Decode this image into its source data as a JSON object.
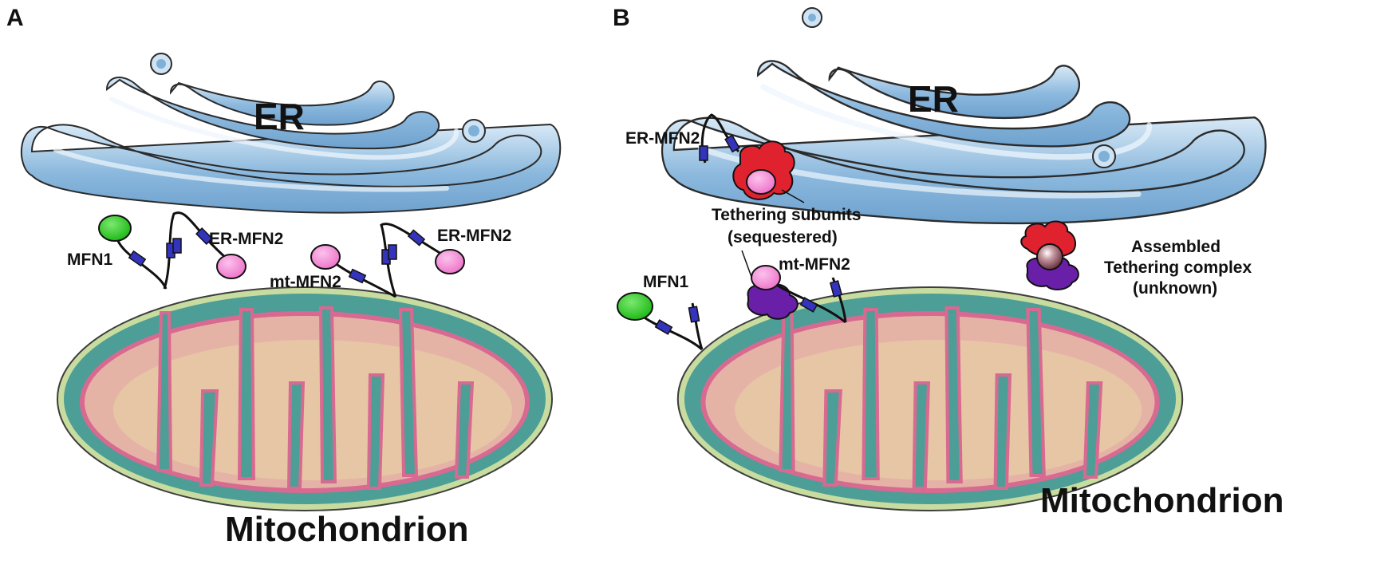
{
  "panels": {
    "a": {
      "letter": "A",
      "er_label": "ER",
      "mito_label": "Mitochondrion",
      "mfn1_label": "MFN1",
      "er_mfn2_left_label": "ER-MFN2",
      "er_mfn2_right_label": "ER-MFN2",
      "mt_mfn2_label": "mt-MFN2"
    },
    "b": {
      "letter": "B",
      "er_label": "ER",
      "mito_label": "Mitochondrion",
      "er_mfn2_label": "ER-MFN2",
      "mfn1_label": "MFN1",
      "mt_mfn2_label": "mt-MFN2",
      "tethering_subunits_line1": "Tethering subunits",
      "tethering_subunits_line2": "(sequestered)",
      "assembled_line1": "Assembled",
      "assembled_line2": "Tethering complex",
      "assembled_line3": "(unknown)"
    }
  },
  "colors": {
    "er_fill": "#8bb8dd",
    "er_light": "#cfe3f3",
    "er_outline": "#2b2b2b",
    "mito_outer": "#4d9e96",
    "mito_outer_rim": "#c8dca0",
    "mito_inner_membrane": "#d86a92",
    "mito_matrix": "#e6c9a4",
    "mito_matrix_pink": "#e5b3a6",
    "mfn1_head": "#22c41a",
    "mfn2_head": "#f07fd0",
    "transmembrane_segment": "#3333bb",
    "tether_red": "#e0222f",
    "tether_purple": "#6a1fa8",
    "complex_core": "#8a4a55"
  },
  "icons": {
    "er": "endoplasmic-reticulum-cisternae",
    "mitochondrion": "mitochondrion-with-cristae",
    "mfn1": "mfn1-protein-glyph",
    "mfn2": "mfn2-protein-glyph"
  }
}
